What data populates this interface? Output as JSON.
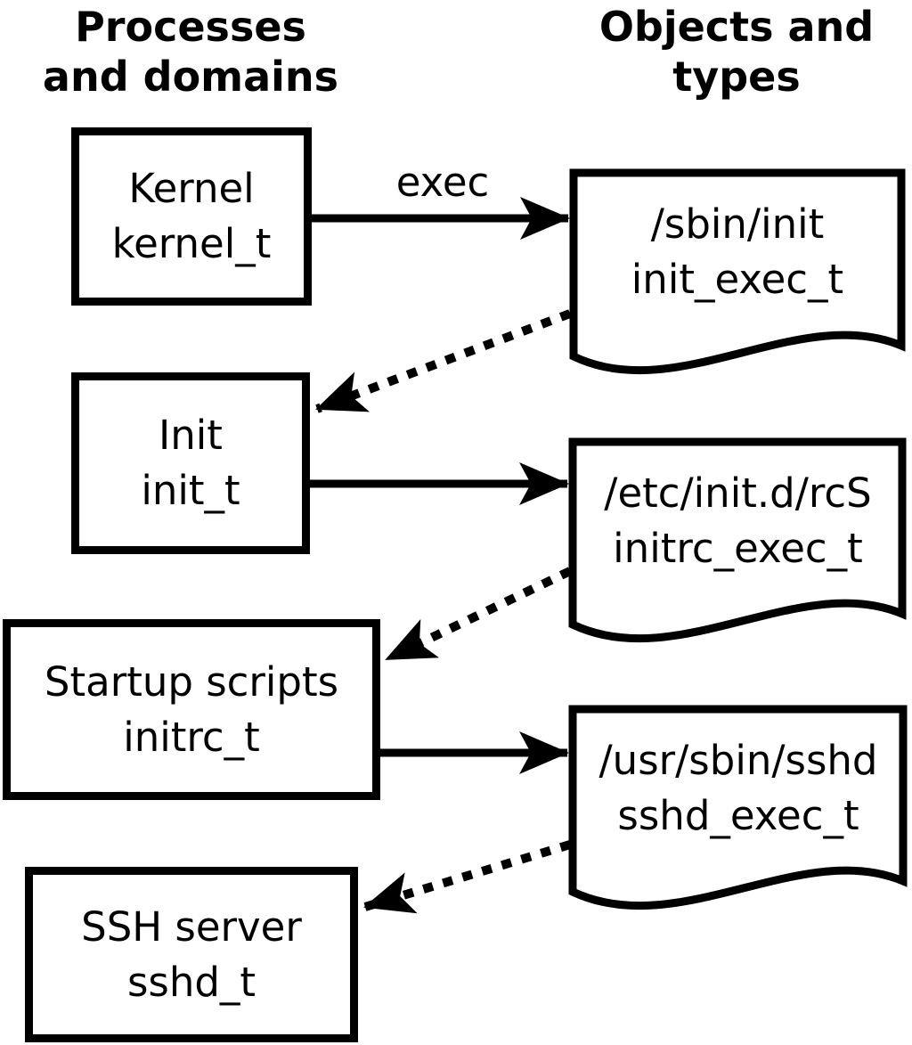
{
  "colors": {
    "foreground": "#000000",
    "background": "#ffffff"
  },
  "headers": {
    "left": {
      "line1": "Processes",
      "line2": "and domains"
    },
    "right": {
      "line1": "Objects and",
      "line2": "types"
    }
  },
  "processes": [
    {
      "label": "Kernel",
      "type": "kernel_t"
    },
    {
      "label": "Init",
      "type": "init_t"
    },
    {
      "label": "Startup scripts",
      "type": "initrc_t"
    },
    {
      "label": "SSH server",
      "type": "sshd_t"
    }
  ],
  "objects": [
    {
      "path": "/sbin/init",
      "type": "init_exec_t"
    },
    {
      "path": "/etc/init.d/rcS",
      "type": "initrc_exec_t"
    },
    {
      "path": "/usr/sbin/sshd",
      "type": "sshd_exec_t"
    }
  ],
  "edges": [
    {
      "from": "Kernel (kernel_t)",
      "to": "/sbin/init (init_exec_t)",
      "style": "solid",
      "label": "exec"
    },
    {
      "from": "/sbin/init (init_exec_t)",
      "to": "Init (init_t)",
      "style": "dotted",
      "label": ""
    },
    {
      "from": "Init (init_t)",
      "to": "/etc/init.d/rcS (initrc_exec_t)",
      "style": "solid",
      "label": ""
    },
    {
      "from": "/etc/init.d/rcS (initrc_exec_t)",
      "to": "Startup scripts (initrc_t)",
      "style": "dotted",
      "label": ""
    },
    {
      "from": "Startup scripts (initrc_t)",
      "to": "/usr/sbin/sshd (sshd_exec_t)",
      "style": "solid",
      "label": ""
    },
    {
      "from": "/usr/sbin/sshd (sshd_exec_t)",
      "to": "SSH server (sshd_t)",
      "style": "dotted",
      "label": ""
    }
  ]
}
